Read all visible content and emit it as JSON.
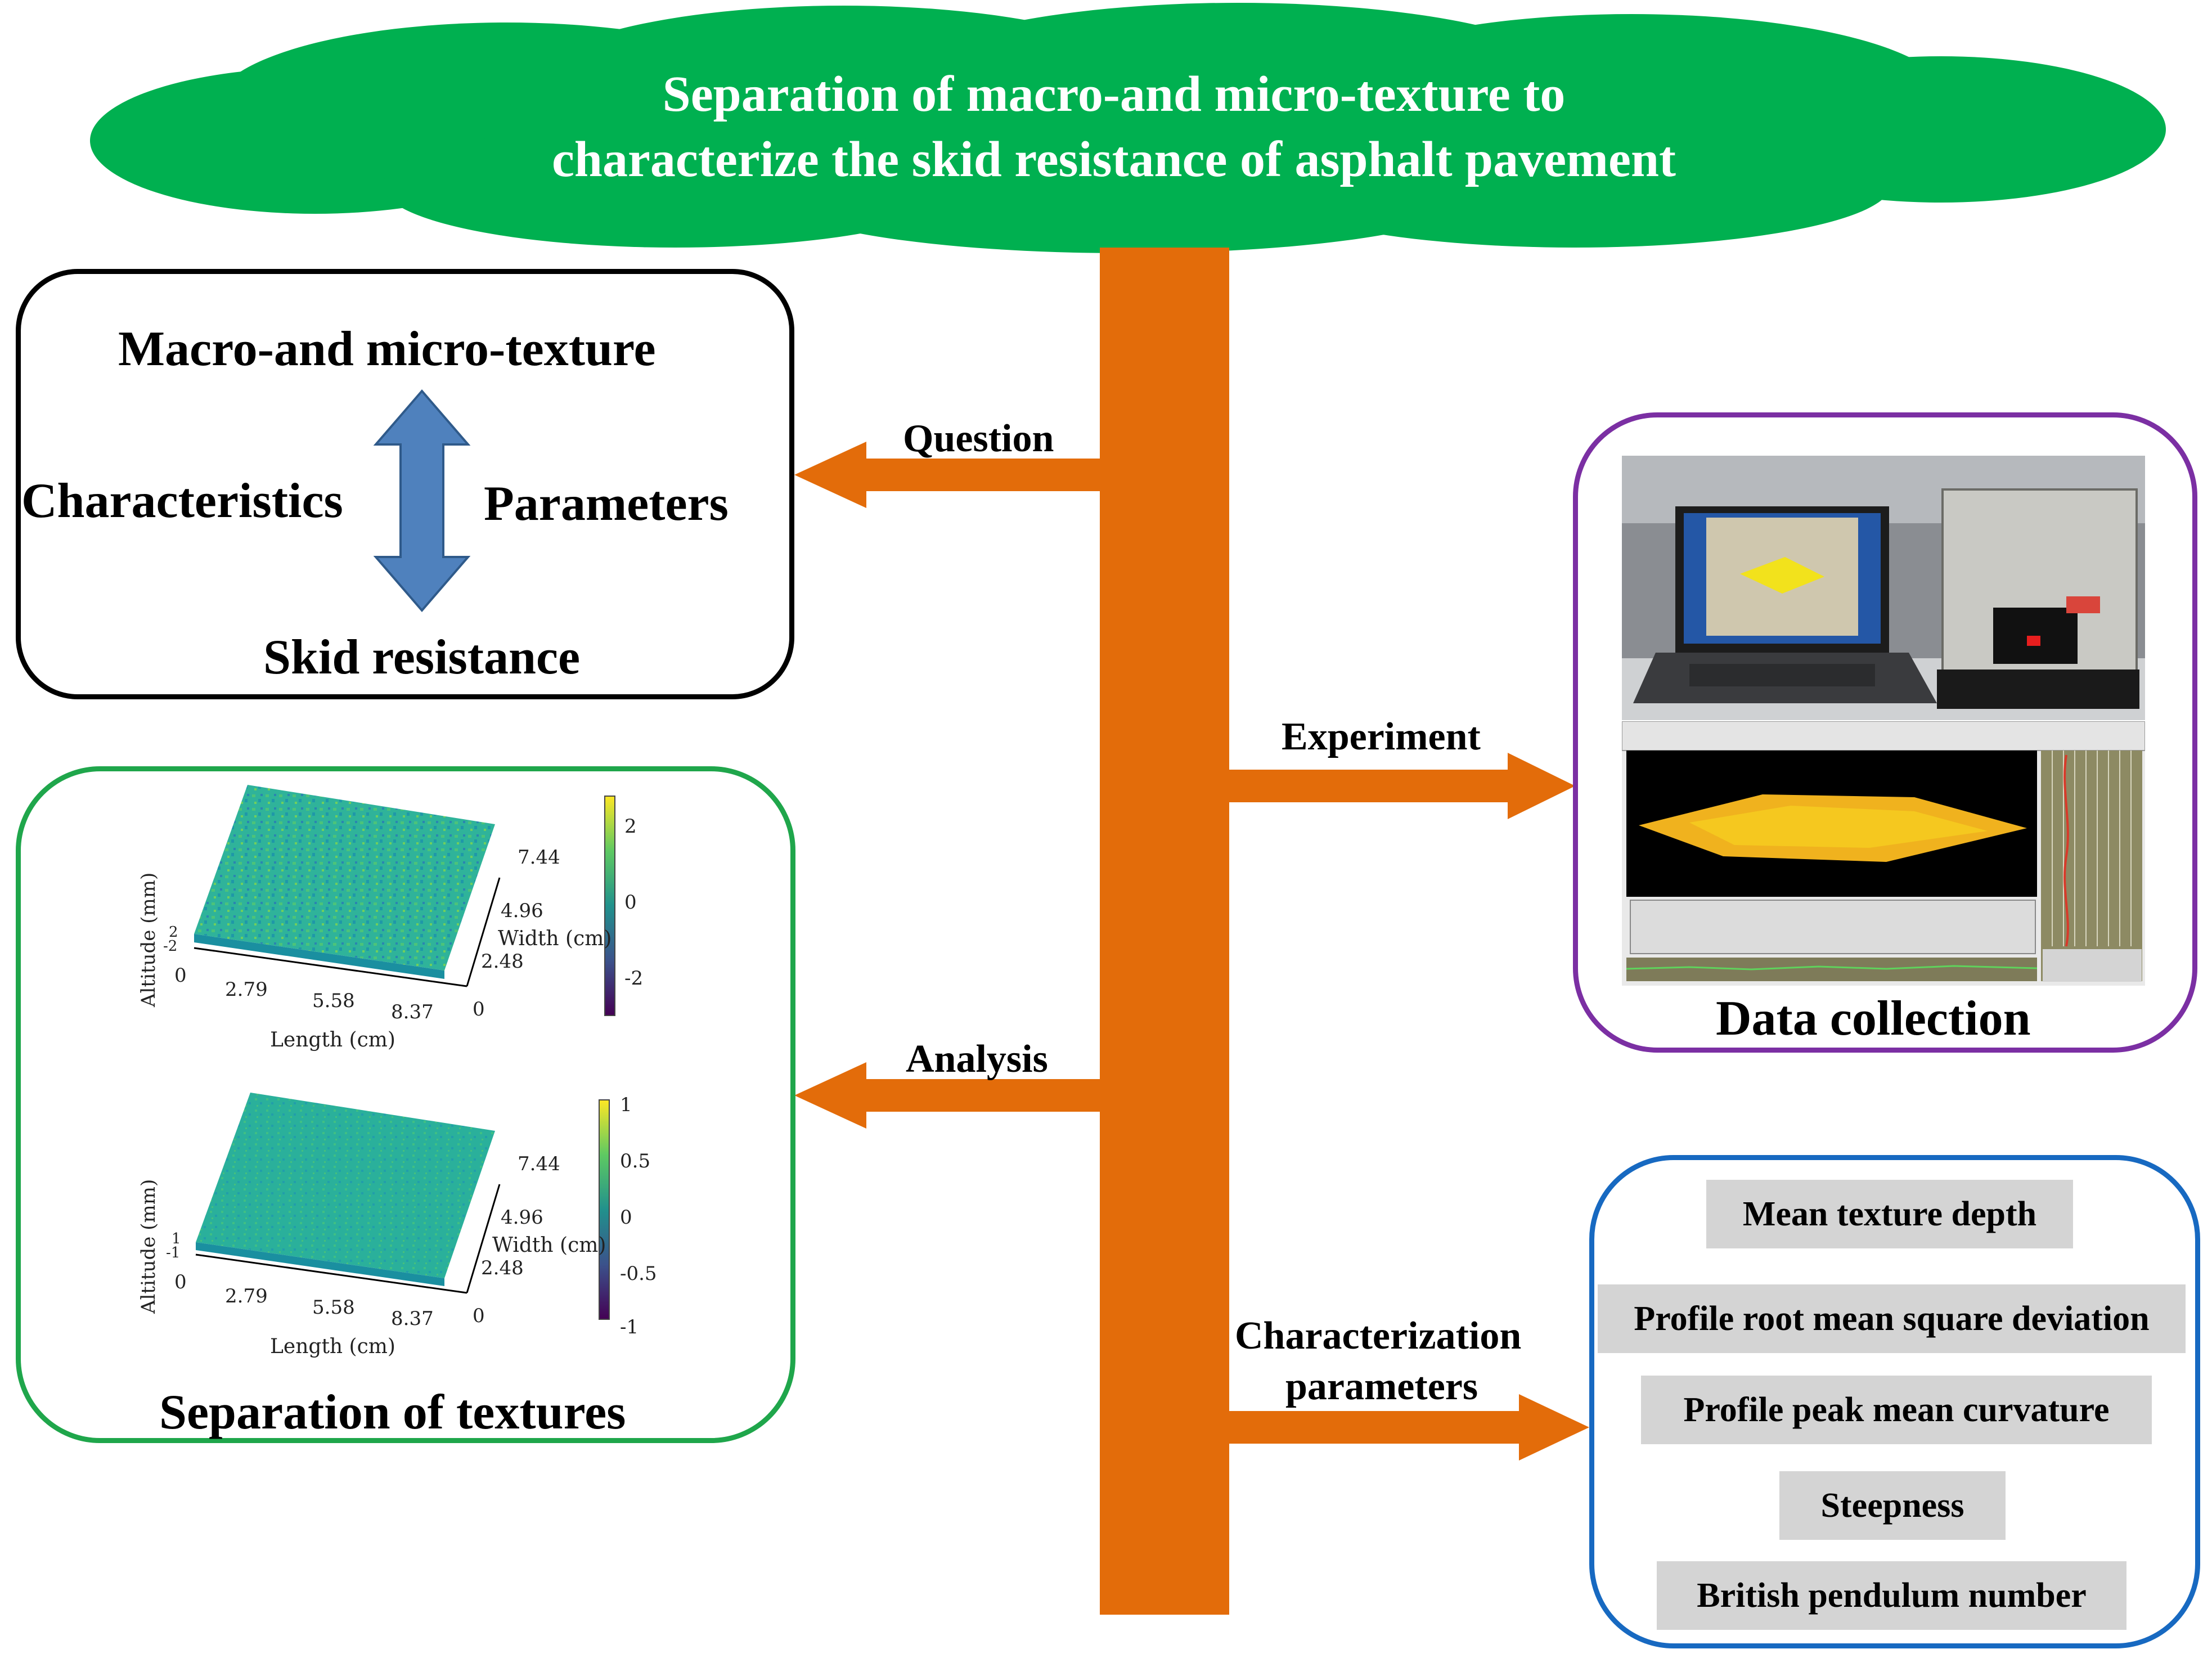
{
  "title": {
    "line1": "Separation of macro-and micro-texture to",
    "line2": "characterize the skid resistance of asphalt pavement"
  },
  "question_box": {
    "top": "Macro-and micro-texture",
    "left": "Characteristics",
    "right": "Parameters",
    "bottom": "Skid resistance"
  },
  "arrows": {
    "question": "Question",
    "experiment": "Experiment",
    "analysis": "Analysis",
    "characterization_line1": "Characterization",
    "characterization_line2": "parameters"
  },
  "data_collection": {
    "caption": "Data collection"
  },
  "separation": {
    "caption": "Separation of textures",
    "plot1": {
      "zlabel": "Altitude (mm)",
      "xlabel": "Length (cm)",
      "ylabel": "Width (cm)",
      "x_ticks": [
        "0",
        "2.79",
        "5.58",
        "8.37"
      ],
      "y_ticks": [
        "0",
        "2.48",
        "4.96",
        "7.44"
      ],
      "z_ticks": [
        "2",
        "0",
        "-2"
      ],
      "colorbar_ticks": [
        "2",
        "0",
        "-2"
      ]
    },
    "plot2": {
      "zlabel": "Altitude (mm)",
      "xlabel": "Length (cm)",
      "ylabel": "Width (cm)",
      "x_ticks": [
        "0",
        "2.79",
        "5.58",
        "8.37"
      ],
      "y_ticks": [
        "0",
        "2.48",
        "4.96",
        "7.44"
      ],
      "z_ticks": [
        "1",
        "0",
        "-1"
      ],
      "colorbar_ticks": [
        "1",
        "0.5",
        "0",
        "-0.5",
        "-1"
      ]
    }
  },
  "parameters": [
    "Mean texture depth",
    "Profile root mean square deviation",
    "Profile peak mean curvature",
    "Steepness",
    "British pendulum number"
  ],
  "colors": {
    "cloud": "#00b050",
    "trunk": "#e36c0a",
    "double_arrow": "#4f81bd"
  }
}
